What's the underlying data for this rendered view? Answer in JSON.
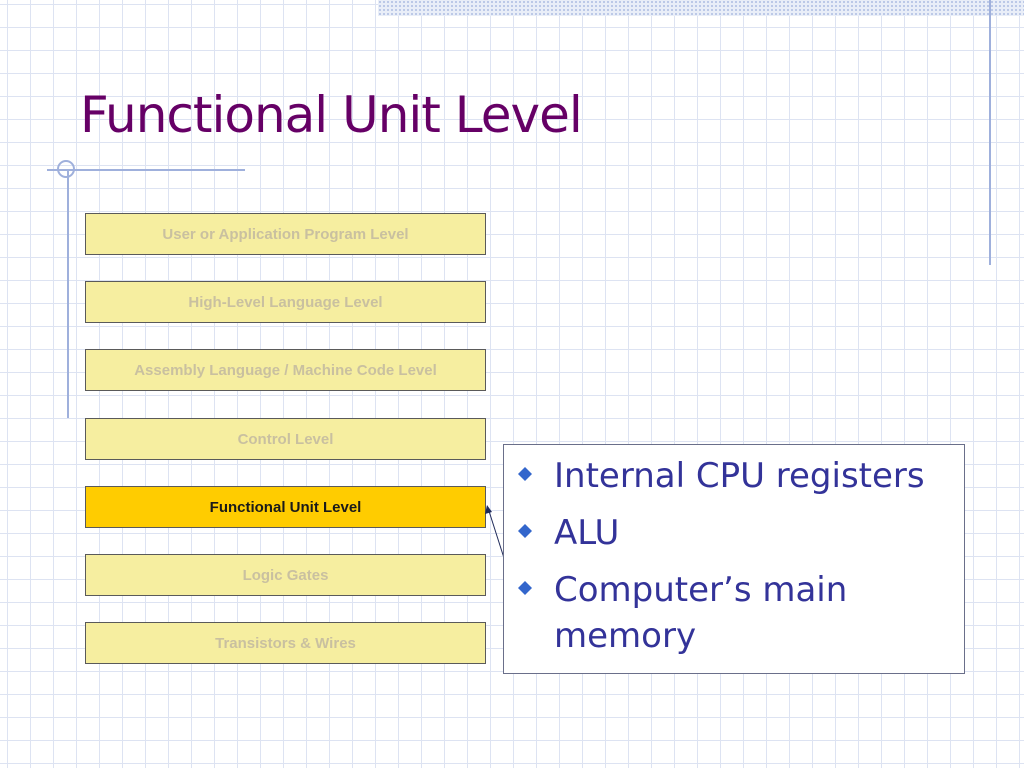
{
  "title": "Functional Unit Level",
  "levels": [
    "User or Application Program Level",
    "High-Level Language Level",
    "Assembly Language / Machine Code Level",
    "Control Level",
    "Functional Unit Level",
    "Logic Gates",
    "Transistors & Wires"
  ],
  "bullets": [
    "Internal CPU registers",
    "ALU",
    "Computer’s main memory"
  ],
  "colors": {
    "title": "#660066",
    "bullet_text": "#333399",
    "level_fill": "#f6eea0",
    "active_fill": "#ffcc00",
    "grid": "#dde3f2"
  },
  "icons": {
    "bullet": "diamond-bullet-icon"
  }
}
